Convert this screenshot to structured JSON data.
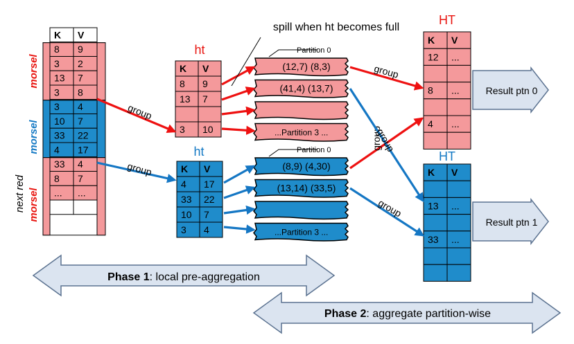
{
  "colors": {
    "red_fill": "#f4999b",
    "blue_fill": "#1f8ccb",
    "red_label": "#e8140f",
    "blue_label": "#1479c4",
    "red_arrow": "#ee1111",
    "blue_arrow": "#1577c4",
    "phase_fill": "#dbe4f0",
    "phase_stroke": "#5b7290"
  },
  "source_table": {
    "headers": [
      "K",
      "V"
    ],
    "rows": [
      [
        "8",
        "9"
      ],
      [
        "3",
        "2"
      ],
      [
        "13",
        "7"
      ],
      [
        "3",
        "8"
      ],
      [
        "3",
        "4"
      ],
      [
        "10",
        "7"
      ],
      [
        "33",
        "22"
      ],
      [
        "4",
        "17"
      ],
      [
        "33",
        "4"
      ],
      [
        "8",
        "7"
      ],
      [
        "...",
        "..."
      ],
      [
        "",
        ""
      ]
    ],
    "morsel_labels": [
      "morsel",
      "morsel",
      "morsel"
    ],
    "next_red_label": "next red"
  },
  "ht_red": {
    "title": "ht",
    "headers": [
      "K",
      "V"
    ],
    "rows": [
      [
        "8",
        "9"
      ],
      [
        "13",
        "7"
      ],
      [
        "",
        ""
      ],
      [
        "3",
        "10"
      ]
    ]
  },
  "ht_blue": {
    "title": "ht",
    "headers": [
      "K",
      "V"
    ],
    "rows": [
      [
        "4",
        "17"
      ],
      [
        "33",
        "22"
      ],
      [
        "10",
        "7"
      ],
      [
        "3",
        "4"
      ]
    ]
  },
  "spill_label": "spill when ht becomes full",
  "partitions_red": {
    "tag": "Partition 0",
    "rows": [
      "(12,7)  (8,3)",
      "(41,4) (13,7)",
      "",
      "...Partition 3 ..."
    ]
  },
  "partitions_blue": {
    "tag": "Partition 0",
    "rows": [
      "(8,9)  (4,30)",
      "(13,14) (33,5)",
      "",
      "...Partition 3 ..."
    ]
  },
  "HT_red": {
    "title": "HT",
    "headers": [
      "K",
      "V"
    ],
    "rows": [
      [
        "12",
        "..."
      ],
      [
        "",
        ""
      ],
      [
        "8",
        "..."
      ],
      [
        "",
        ""
      ],
      [
        "4",
        "..."
      ],
      [
        "",
        ""
      ]
    ]
  },
  "HT_blue": {
    "title": "HT",
    "headers": [
      "K",
      "V"
    ],
    "rows": [
      [
        "",
        ""
      ],
      [
        "13",
        "..."
      ],
      [
        "",
        ""
      ],
      [
        "33",
        "..."
      ],
      [
        "",
        ""
      ],
      [
        "",
        ""
      ]
    ]
  },
  "group_label": "group",
  "results": [
    "Result ptn 0",
    "Result ptn 1"
  ],
  "phase1": {
    "bold": "Phase 1",
    "rest": ": local pre-aggregation"
  },
  "phase2": {
    "bold": "Phase 2",
    "rest": ": aggregate partition-wise"
  }
}
